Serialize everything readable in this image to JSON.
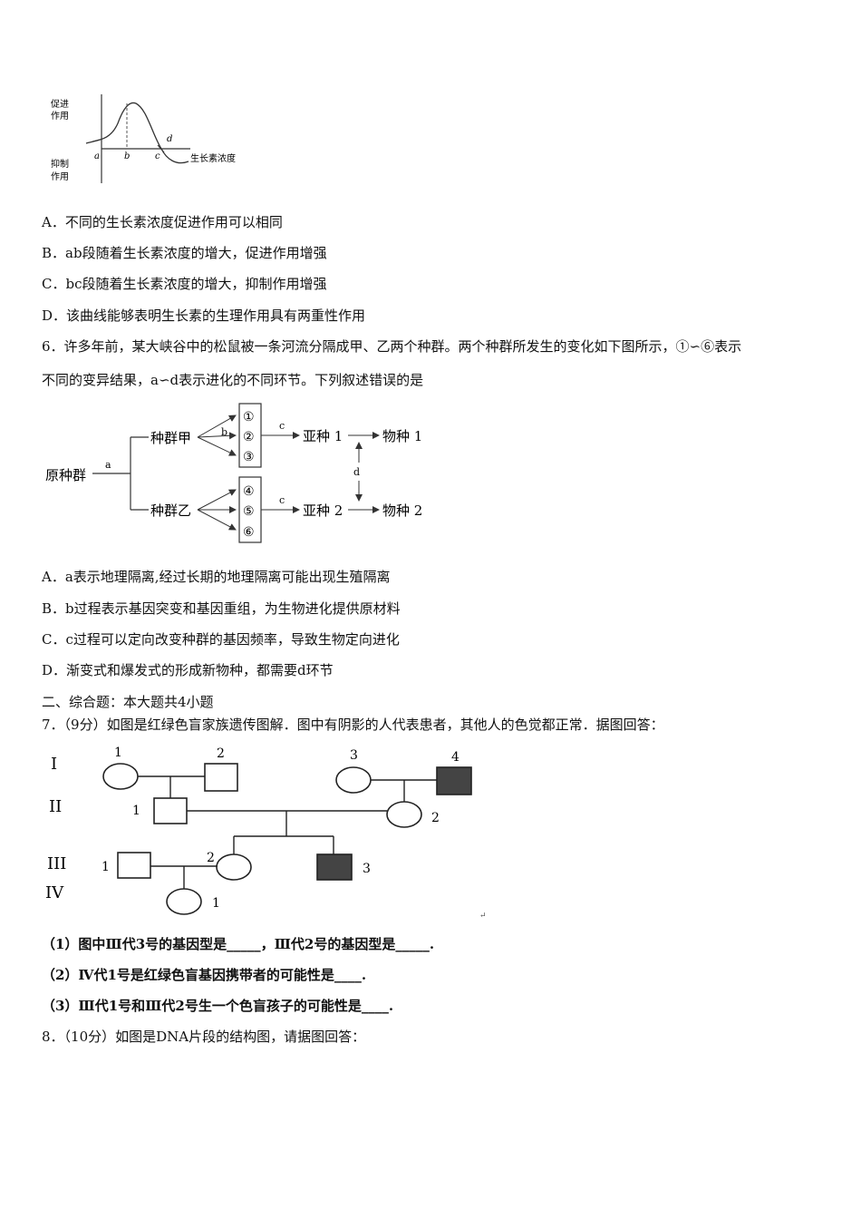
{
  "q5": {
    "graph": {
      "y_top_label": [
        "促进",
        "作用"
      ],
      "y_bottom_label": [
        "抑制",
        "作用"
      ],
      "x_label": "生长素浓度",
      "points": [
        "a",
        "b",
        "c",
        "d"
      ]
    },
    "options": [
      "A．不同的生长素浓度促进作用可以相同",
      "B．ab段随着生长素浓度的增大，促进作用增强",
      "C．bc段随着生长素浓度的增大，抑制作用增强",
      "D．该曲线能够表明生长素的生理作用具有两重性作用"
    ]
  },
  "q6": {
    "stem_line1": "6．许多年前，某大峡谷中的松鼠被一条河流分隔成甲、乙两个种群。两个种群所发生的变化如下图所示，①∽⑥表示",
    "stem_line2": "不同的变异结果，a∽d表示进化的不同环节。下列叙述错误的是",
    "diagram": {
      "origin": "原种群",
      "pop_a": "种群甲",
      "pop_b": "种群乙",
      "sub1": "亚种 1",
      "sub2": "亚种 2",
      "sp1": "物种 1",
      "sp2": "物种 2",
      "a": "a",
      "b": "b",
      "c": "c",
      "d": "d",
      "box_top": [
        "①",
        "②",
        "③"
      ],
      "box_bottom": [
        "④",
        "⑤",
        "⑥"
      ]
    },
    "options": [
      "A．a表示地理隔离,经过长期的地理隔离可能出现生殖隔离",
      "B．b过程表示基因突变和基因重组，为生物进化提供原材料",
      "C．c过程可以定向改变种群的基因频率，导致生物定向进化",
      "D．渐变式和爆发式的形成新物种，都需要d环节"
    ]
  },
  "section2": "二、综合题：本大题共4小题",
  "q7": {
    "stem": "7．（9分）如图是红绿色盲家族遗传图解．图中有阴影的人代表患者，其他人的色觉都正常．据图回答：",
    "pedigree": {
      "gen": [
        "I",
        "II",
        "III",
        "IV"
      ],
      "nums": [
        "1",
        "2",
        "3",
        "4",
        "1",
        "2",
        "1",
        "2",
        "3",
        "1"
      ],
      "mark": "↵"
    },
    "sub": [
      "（1）图中Ⅲ代3号的基因型是_____，Ⅲ代2号的基因型是_____.",
      "（2）Ⅳ代1号是红绿色盲基因携带者的可能性是____.",
      "（3）Ⅲ代1号和Ⅲ代2号生一个色盲孩子的可能性是____."
    ]
  },
  "q8": {
    "stem": "8．（10分）如图是DNA片段的结构图，请据图回答："
  }
}
